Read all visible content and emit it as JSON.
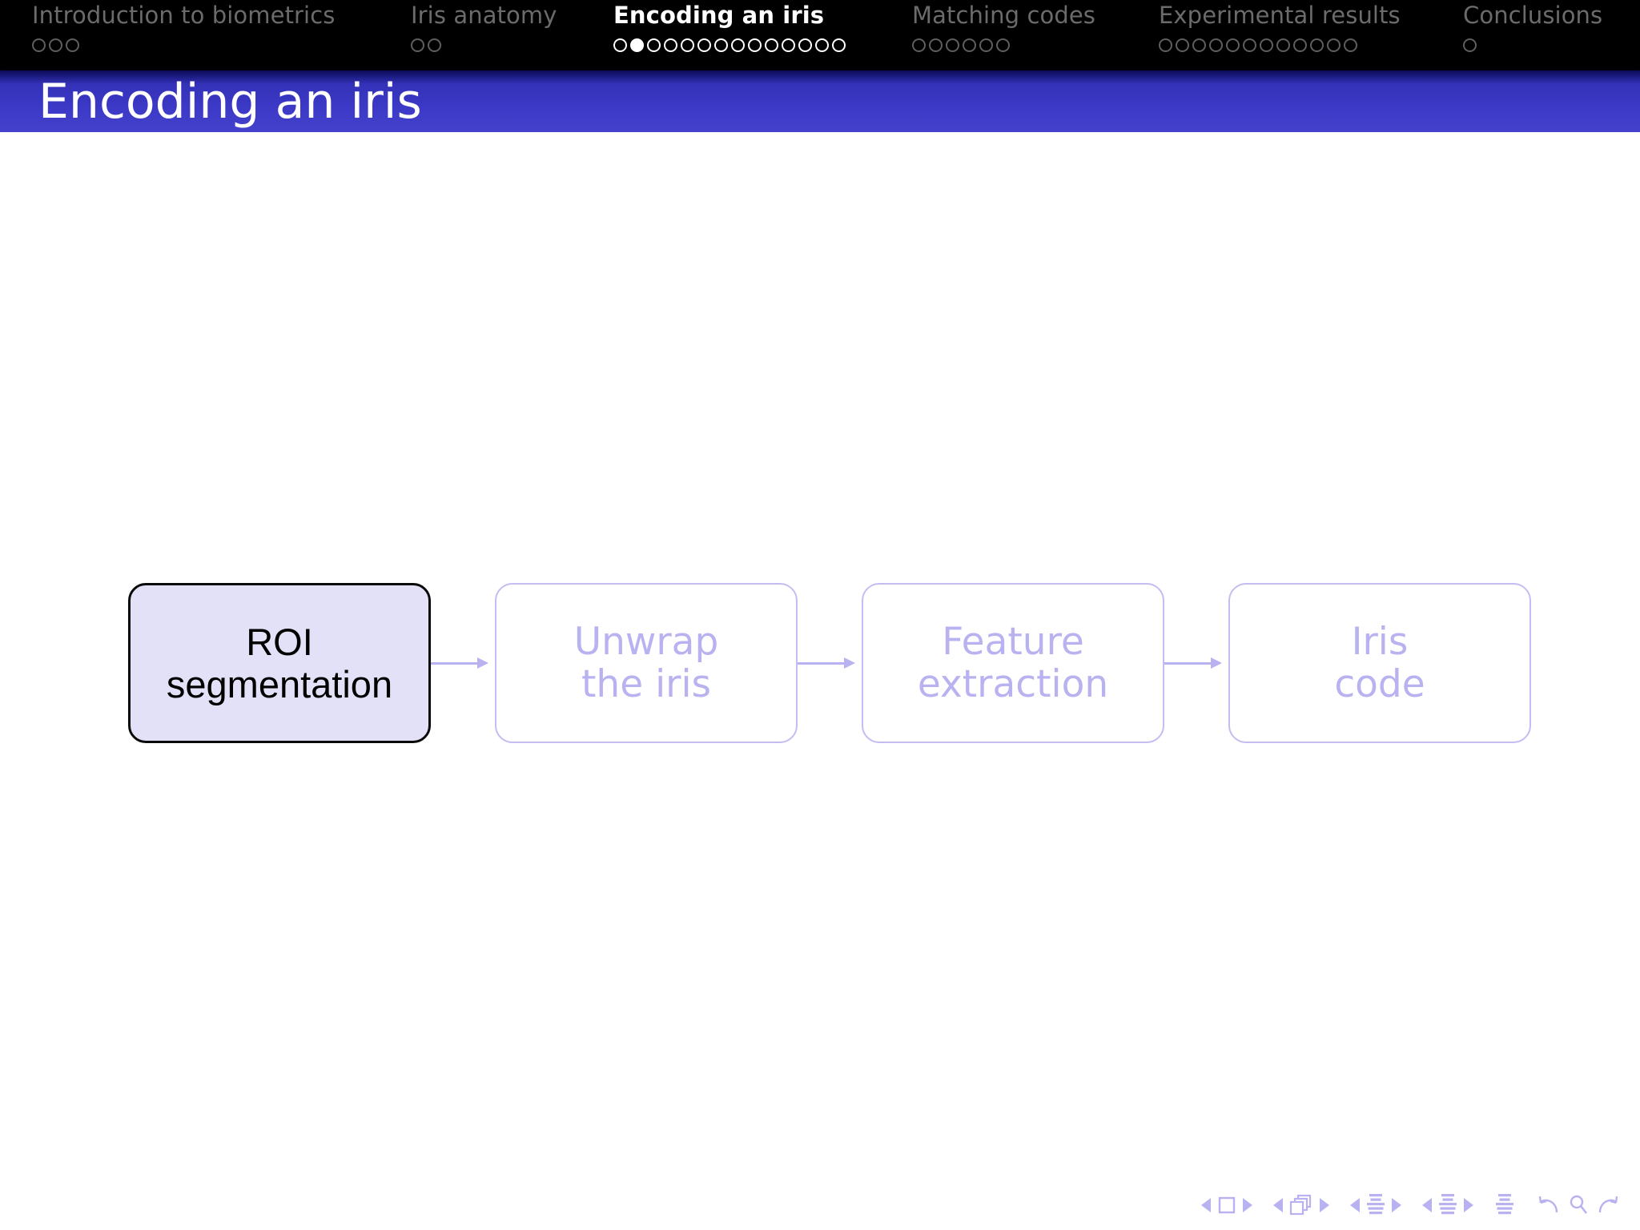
{
  "slide": {
    "title": "Encoding an iris",
    "background": "#ffffff",
    "title_bar_color": "#3b39c6",
    "nav_bar_color": "#000000",
    "accent_color": "#b9b2f0",
    "active_box_fill": "#e3e1f7"
  },
  "navbar": {
    "sections": [
      {
        "label": "Introduction to biometrics",
        "dots": 3,
        "active": false,
        "current_dot": -1
      },
      {
        "label": "Iris anatomy",
        "dots": 2,
        "active": false,
        "current_dot": -1
      },
      {
        "label": "Encoding an iris",
        "dots": 14,
        "active": true,
        "current_dot": 1
      },
      {
        "label": "Matching codes",
        "dots": 6,
        "active": false,
        "current_dot": -1
      },
      {
        "label": "Experimental results",
        "dots": 12,
        "active": false,
        "current_dot": -1
      },
      {
        "label": "Conclusions",
        "dots": 1,
        "active": false,
        "current_dot": -1
      }
    ]
  },
  "diagram": {
    "type": "flow",
    "steps": [
      {
        "line1": "ROI",
        "line2": "segmentation",
        "state": "active"
      },
      {
        "line1": "Unwrap",
        "line2": "the iris",
        "state": "dim"
      },
      {
        "line1": "Feature",
        "line2": "extraction",
        "state": "dim"
      },
      {
        "line1": "Iris",
        "line2": "code",
        "state": "dim"
      }
    ],
    "connector": "arrow-right"
  },
  "beamer_nav": {
    "groups": [
      {
        "name": "slide",
        "icon": "square-icon"
      },
      {
        "name": "frame",
        "icon": "stacked-frames-icon"
      },
      {
        "name": "subsection",
        "icon": "subsection-lines-icon"
      },
      {
        "name": "section",
        "icon": "section-lines-icon"
      },
      {
        "name": "document",
        "icon": "document-lines-icon"
      }
    ],
    "controls": [
      {
        "name": "back",
        "icon": "back-arrow-icon"
      },
      {
        "name": "search",
        "icon": "search-icon"
      },
      {
        "name": "forward",
        "icon": "forward-arrow-icon"
      }
    ]
  }
}
